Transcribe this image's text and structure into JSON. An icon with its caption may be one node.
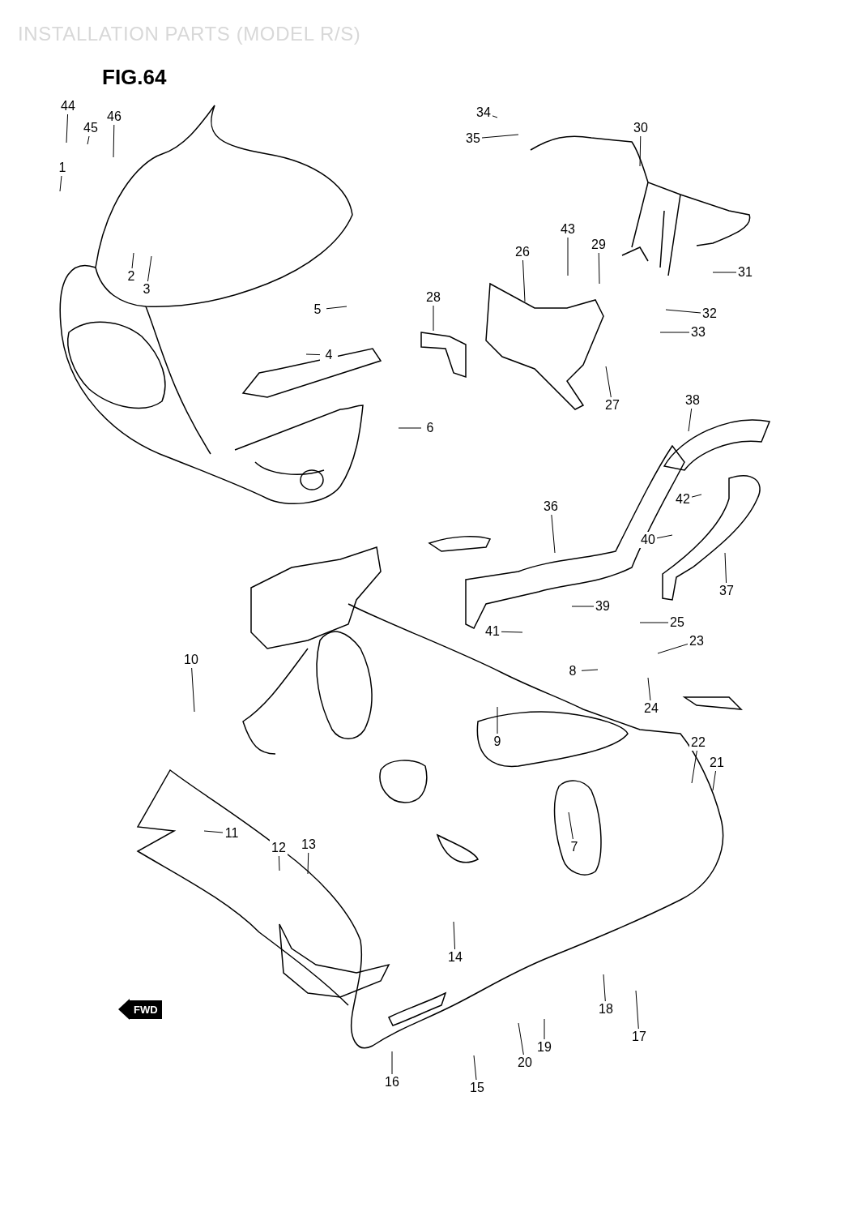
{
  "diagram": {
    "title": "INSTALLATION PARTS (MODEL R/S)",
    "nodes": [
      {
        "text": [
          "44"
        ]
      },
      {
        "text": [
          "45"
        ]
      },
      {
        "text": [
          "46"
        ]
      },
      {
        "text": [
          "1"
        ]
      },
      {
        "text": [
          "2"
        ]
      },
      {
        "text": [
          "3"
        ]
      },
      {
        "text": [
          "5"
        ]
      },
      {
        "text": [
          "4"
        ]
      },
      {
        "text": [
          "6"
        ]
      },
      {
        "text": [
          "34"
        ]
      },
      {
        "text": [
          "35"
        ]
      },
      {
        "text": [
          "30"
        ]
      },
      {
        "text": [
          "43"
        ]
      },
      {
        "text": [
          "29"
        ]
      },
      {
        "text": [
          "26"
        ]
      },
      {
        "text": [
          "28"
        ]
      },
      {
        "text": [
          "31"
        ]
      },
      {
        "text": [
          "32"
        ]
      },
      {
        "text": [
          "33"
        ]
      },
      {
        "text": [
          "27"
        ]
      },
      {
        "text": [
          "38"
        ]
      },
      {
        "text": [
          "42"
        ]
      },
      {
        "text": [
          "40"
        ]
      },
      {
        "text": [
          "36"
        ]
      },
      {
        "text": [
          "37"
        ]
      },
      {
        "text": [
          "39"
        ]
      },
      {
        "text": [
          "41"
        ]
      },
      {
        "text": [
          "25"
        ]
      },
      {
        "text": [
          "23"
        ]
      },
      {
        "text": [
          "8"
        ]
      },
      {
        "text": [
          "24"
        ]
      },
      {
        "text": [
          "9"
        ]
      },
      {
        "text": [
          "10"
        ]
      },
      {
        "text": [
          "22"
        ]
      },
      {
        "text": [
          "21"
        ]
      },
      {
        "text": [
          "11"
        ]
      },
      {
        "text": [
          "7"
        ]
      },
      {
        "text": [
          "12"
        ]
      },
      {
        "text": [
          "13"
        ]
      },
      {
        "text": [
          "14"
        ]
      },
      {
        "text": [
          "18"
        ]
      },
      {
        "text": [
          "17"
        ]
      },
      {
        "text": [
          "20"
        ]
      },
      {
        "text": [
          "19"
        ]
      },
      {
        "text": [
          "16"
        ]
      },
      {
        "text": [
          "15"
        ]
      }
    ],
    "edges": [
      {
        "from": 0,
        "to": null,
        "arrow": "none"
      },
      {
        "from": 1,
        "to": null,
        "arrow": "none"
      },
      {
        "from": 2,
        "to": null,
        "arrow": "none"
      },
      {
        "from": 3,
        "to": null,
        "arrow": "none"
      },
      {
        "from": 4,
        "to": null,
        "arrow": "none"
      },
      {
        "from": 5,
        "to": null,
        "arrow": "none"
      },
      {
        "from": 6,
        "to": null,
        "arrow": "none"
      },
      {
        "from": 7,
        "to": null,
        "arrow": "none"
      },
      {
        "from": 8,
        "to": null,
        "arrow": "none"
      },
      {
        "from": 9,
        "to": null,
        "arrow": "none"
      },
      {
        "from": 10,
        "to": null,
        "arrow": "none"
      },
      {
        "from": 11,
        "to": null,
        "arrow": "none"
      },
      {
        "from": 12,
        "to": null,
        "arrow": "none"
      },
      {
        "from": 13,
        "to": null,
        "arrow": "none"
      },
      {
        "from": 14,
        "to": null,
        "arrow": "none"
      },
      {
        "from": 15,
        "to": null,
        "arrow": "none"
      },
      {
        "from": 16,
        "to": null,
        "arrow": "none"
      },
      {
        "from": 17,
        "to": null,
        "arrow": "none"
      },
      {
        "from": 18,
        "to": null,
        "arrow": "none"
      },
      {
        "from": 19,
        "to": null,
        "arrow": "none"
      },
      {
        "from": 20,
        "to": null,
        "arrow": "none"
      },
      {
        "from": 21,
        "to": null,
        "arrow": "none"
      },
      {
        "from": 22,
        "to": null,
        "arrow": "none"
      },
      {
        "from": 23,
        "to": null,
        "arrow": "none"
      },
      {
        "from": 24,
        "to": null,
        "arrow": "none"
      },
      {
        "from": 25,
        "to": null,
        "arrow": "none"
      },
      {
        "from": 26,
        "to": null,
        "arrow": "none"
      },
      {
        "from": 27,
        "to": null,
        "arrow": "none"
      },
      {
        "from": 28,
        "to": null,
        "arrow": "none"
      },
      {
        "from": 29,
        "to": null,
        "arrow": "none"
      },
      {
        "from": 30,
        "to": null,
        "arrow": "none"
      },
      {
        "from": 31,
        "to": null,
        "arrow": "none"
      },
      {
        "from": 32,
        "to": null,
        "arrow": "none"
      },
      {
        "from": 33,
        "to": null,
        "arrow": "none"
      },
      {
        "from": 34,
        "to": null,
        "arrow": "none"
      },
      {
        "from": 35,
        "to": null,
        "arrow": "none"
      },
      {
        "from": 36,
        "to": null,
        "arrow": "none"
      },
      {
        "from": 37,
        "to": null,
        "arrow": "none"
      },
      {
        "from": 38,
        "to": null,
        "arrow": "none"
      },
      {
        "from": 39,
        "to": null,
        "arrow": "none"
      },
      {
        "from": 40,
        "to": null,
        "arrow": "none"
      },
      {
        "from": 41,
        "to": null,
        "arrow": "none"
      },
      {
        "from": 42,
        "to": null,
        "arrow": "none"
      },
      {
        "from": 43,
        "to": null,
        "arrow": "none"
      },
      {
        "from": 44,
        "to": null,
        "arrow": "none"
      },
      {
        "from": 45,
        "to": null,
        "arrow": "none"
      }
    ],
    "labels": [
      "FIG.64",
      "FWD"
    ]
  }
}
